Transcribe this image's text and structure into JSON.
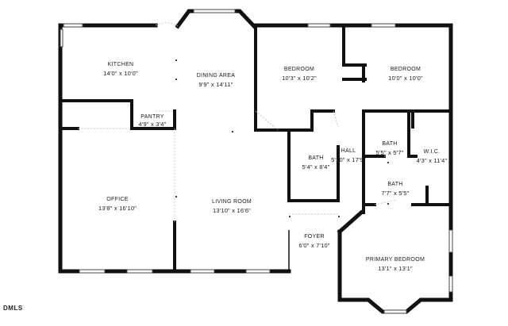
{
  "rooms": {
    "kitchen": {
      "name": "KITCHEN",
      "dims": "14'0\" x 10'0\""
    },
    "dining": {
      "name": "DINING AREA",
      "dims": "9'9\" x 14'11\""
    },
    "bedroom1": {
      "name": "BEDROOM",
      "dims": "10'3\" x 10'2\""
    },
    "bedroom2": {
      "name": "BEDROOM",
      "dims": "10'0\" x 10'0\""
    },
    "pantry": {
      "name": "PANTRY",
      "dims": "4'9\" x 3'4\""
    },
    "hall": {
      "name": "HALL",
      "dims": "5'10\" x 17'9\""
    },
    "bath_upper": {
      "name": "BATH",
      "dims": "5'5\" x 5'7\""
    },
    "wic": {
      "name": "W.I.C.",
      "dims": "4'3\" x 11'4\""
    },
    "bath_hall": {
      "name": "BATH",
      "dims": "5'4\" x 8'4\""
    },
    "bath_primary": {
      "name": "BATH",
      "dims": "7'7\" x 5'5\""
    },
    "office": {
      "name": "OFFICE",
      "dims": "13'8\" x 16'10\""
    },
    "living": {
      "name": "LIVING ROOM",
      "dims": "13'10\" x 16'6\""
    },
    "foyer": {
      "name": "FOYER",
      "dims": "6'0\" x 7'10\""
    },
    "primary_bedroom": {
      "name": "PRIMARY BEDROOM",
      "dims": "13'1\" x 13'1\""
    }
  },
  "logo": {
    "text": "DMLS"
  }
}
